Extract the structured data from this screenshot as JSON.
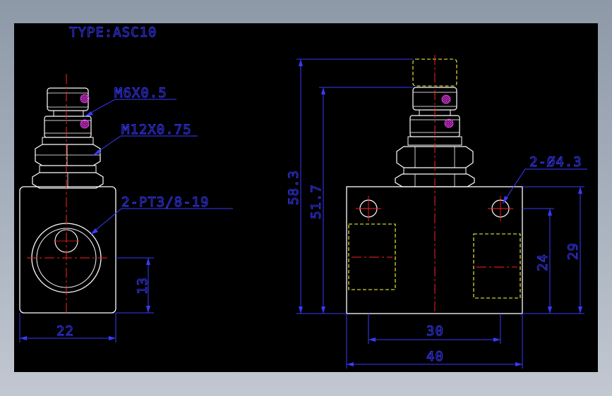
{
  "drawing": {
    "type_label": "TYPE:ASC10",
    "callouts": {
      "thread_cap": "M6X0.5",
      "thread_nut": "M12X0.75",
      "port": "2-PT3/8-19",
      "holes": "2-Ø4.3"
    },
    "dimensions": {
      "width_side": "22",
      "height_port": "13",
      "total_height": "58.3",
      "height_to_knob": "51.7",
      "hole_spacing": "30",
      "body_width": "40",
      "port_height": "24",
      "body_height": "29"
    }
  },
  "colors": {
    "background": "#000000",
    "outline": "#ffffff",
    "dimension": "#3a3aff",
    "centerline": "#ff2020",
    "hidden": "#ffff40",
    "knurl": "#ff40ff"
  }
}
